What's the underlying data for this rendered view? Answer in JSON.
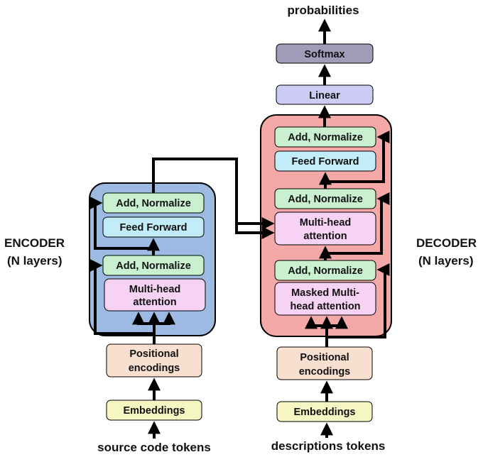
{
  "encoder": {
    "title_line1": "ENCODER",
    "title_line2": "(N layers)",
    "blocks": {
      "add_norm_top": "Add, Normalize",
      "feed_forward": "Feed Forward",
      "add_norm_bottom": "Add, Normalize",
      "attention_line1": "Multi-head",
      "attention_line2": "attention"
    },
    "positional_line1": "Positional",
    "positional_line2": "encodings",
    "embeddings": "Embeddings",
    "input": "source code tokens"
  },
  "decoder": {
    "title_line1": "DECODER",
    "title_line2": "(N layers)",
    "blocks": {
      "add_norm_top": "Add, Normalize",
      "feed_forward": "Feed Forward",
      "add_norm_mid": "Add, Normalize",
      "cross_attention_line1": "Multi-head",
      "cross_attention_line2": "attention",
      "add_norm_bottom": "Add, Normalize",
      "masked_attention_line1": "Masked Multi-",
      "masked_attention_line2": "head attention"
    },
    "positional_line1": "Positional",
    "positional_line2": "encodings",
    "embeddings": "Embeddings",
    "input": "descriptions tokens"
  },
  "head": {
    "linear": "Linear",
    "softmax": "Softmax",
    "output": "probabilities"
  },
  "colors": {
    "encoder_container": "#9dbbe2",
    "decoder_container": "#f5a8a8",
    "add_norm": "#c9f1cf",
    "feed_forward": "#c2ecf7",
    "attention": "#f6d2f4",
    "positional": "#f8dfcf",
    "embeddings": "#f6f6c2",
    "linear": "#cccbf3",
    "softmax": "#9f9cb9"
  }
}
